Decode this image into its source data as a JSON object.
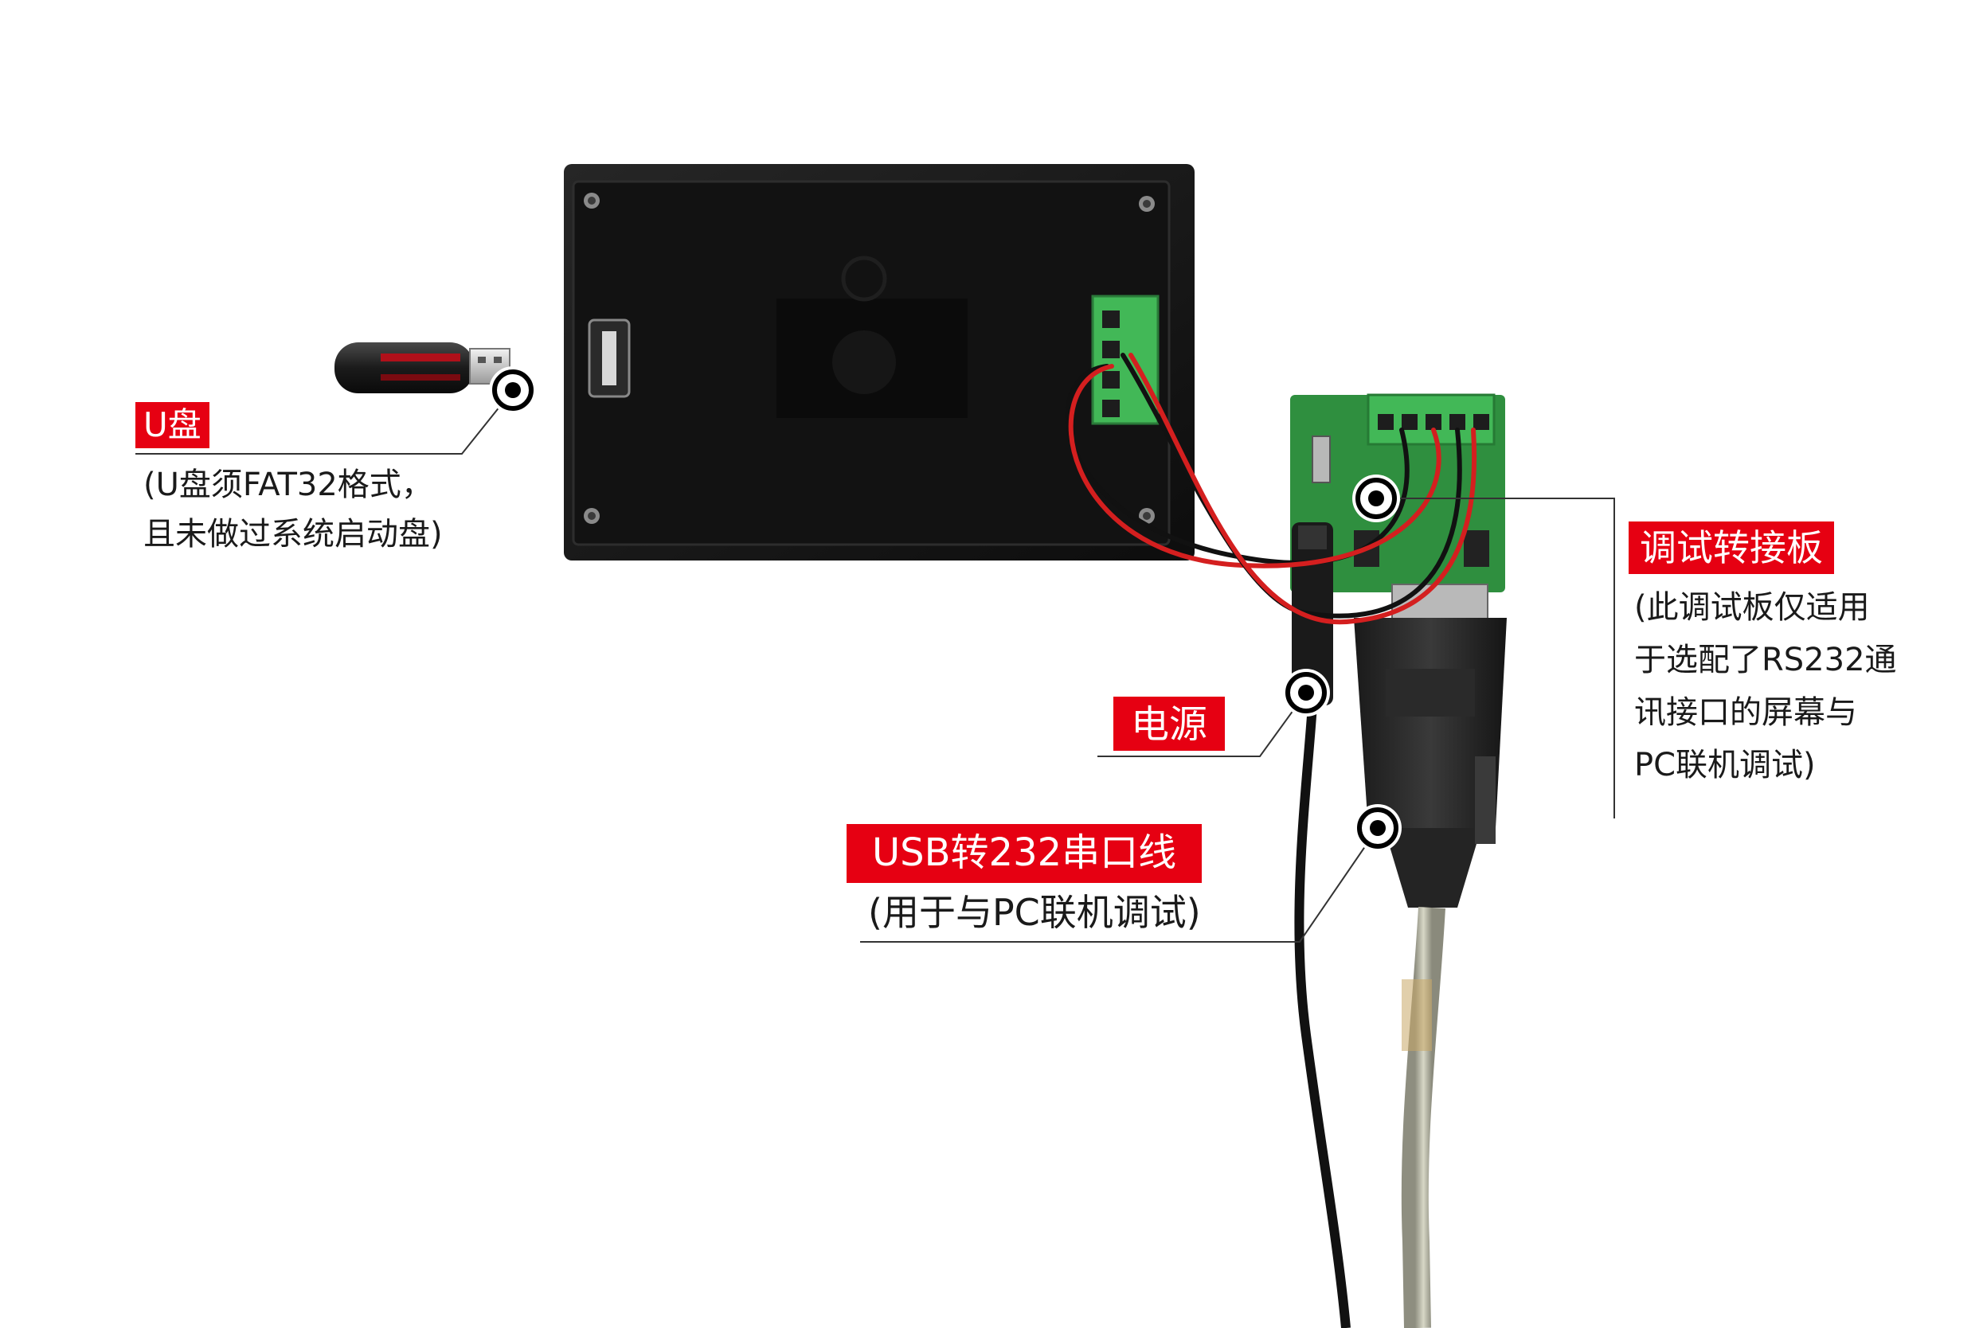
{
  "annotations": {
    "usb_drive": {
      "label": "U盘",
      "note_lines": [
        "(U盘须FAT32格式，",
        "且未做过系统启动盘)"
      ]
    },
    "debug_board": {
      "label": "调试转接板",
      "note_lines": [
        "(此调试板仅适用",
        "于选配了RS232通",
        "讯接口的屏幕与",
        "PC联机调试)"
      ]
    },
    "power": {
      "label": "电源"
    },
    "usb_serial_cable": {
      "label": "USB转232串口线",
      "note_lines": [
        "(用于与PC联机调试)"
      ]
    }
  },
  "colors": {
    "label_background": "#e60012",
    "label_text": "#ffffff",
    "leader_line": "#333333",
    "screen_body": "#141414",
    "pcb": "#2f8f3f",
    "terminal": "#42b857"
  },
  "icons": {
    "marker": "target-dot-icon",
    "usb_port": "usb-port-icon",
    "usb_drive": "usb-drive-icon"
  }
}
